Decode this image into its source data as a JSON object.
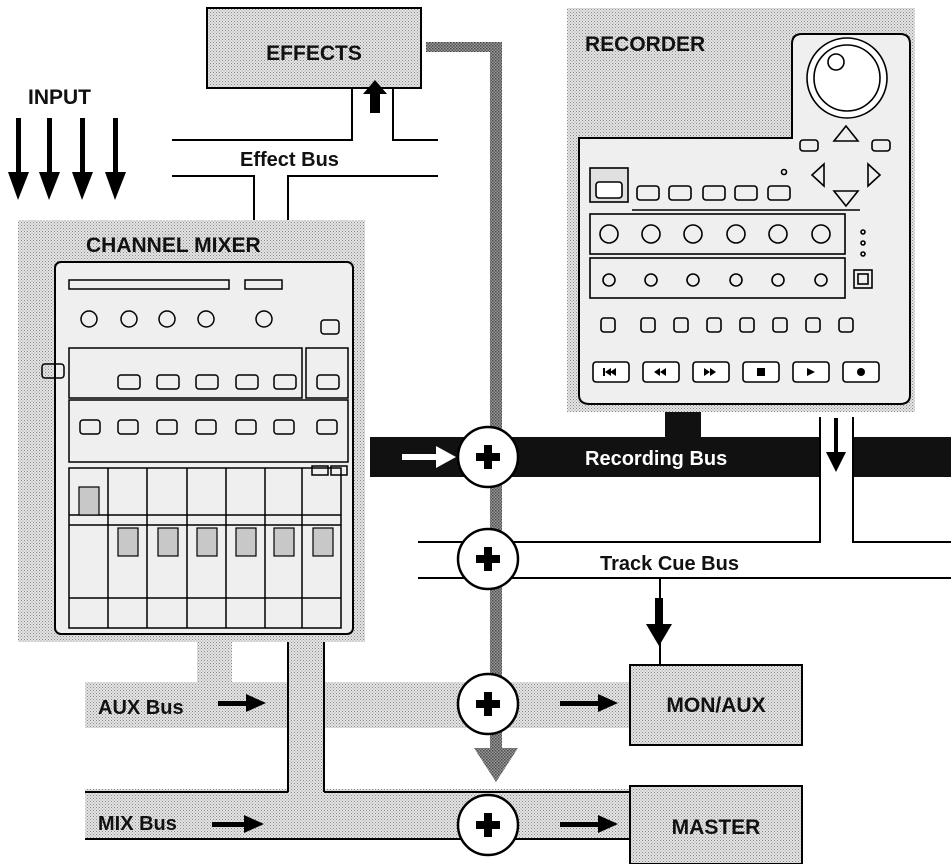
{
  "labels": {
    "effects": "EFFECTS",
    "recorder": "RECORDER",
    "input": "INPUT",
    "channel_mixer": "CHANNEL MIXER",
    "effect_bus": "Effect Bus",
    "recording_bus": "Recording Bus",
    "track_cue_bus": "Track Cue Bus",
    "aux_bus": "AUX Bus",
    "mix_bus": "MIX Bus",
    "mon_aux": "MON/AUX",
    "master": "MASTER"
  },
  "colors": {
    "dotted_fill": "#d4d4d4",
    "panel": "#efefef",
    "bus_black": "#111111",
    "line": "#000000"
  }
}
